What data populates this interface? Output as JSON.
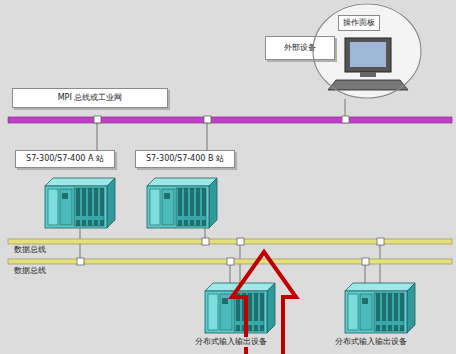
{
  "diagram": {
    "nodes": [
      {
        "text": [
          "外部设备"
        ]
      },
      {
        "text": [
          "操作面板"
        ]
      },
      {
        "text": [
          "MPI 总线或工业网"
        ]
      },
      {
        "text": [
          "S7-300/S7-400 A 站"
        ]
      },
      {
        "text": [
          "S7-300/S7-400 B 站"
        ]
      }
    ],
    "labels": [
      "数据总线",
      "数据总线",
      "分布式输入输出设备",
      "分布式输入输出设备"
    ]
  }
}
